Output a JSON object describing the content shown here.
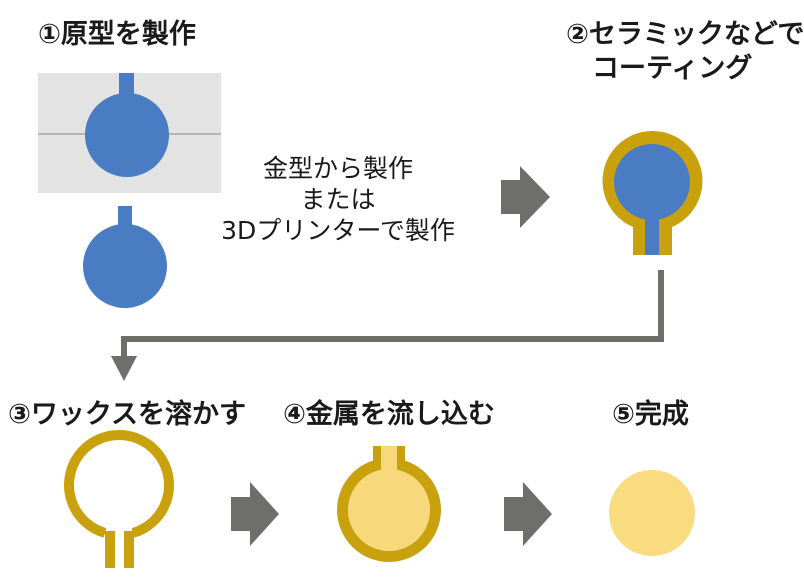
{
  "steps": [
    {
      "title": "①原型を製作"
    },
    {
      "title_lines": [
        "②セラミックなどで",
        "コーティング"
      ]
    },
    {
      "title": "③ワックスを溶かす"
    },
    {
      "title": "④金属を流し込む"
    },
    {
      "title": "⑤完成"
    }
  ],
  "note_lines": [
    "金型から製作",
    "または",
    "3Dプリンターで製作"
  ],
  "icons": {
    "wax-model": "keyhole-shape",
    "mold": "gray-split-mold",
    "coating-shell": "ring-shell",
    "arrow": "thick-right-arrow"
  },
  "colors": {
    "wax": "#4a7cc4",
    "coating": "#c9a10d",
    "metal": "#f7d97c",
    "finished": "#f9db80",
    "mold": "#e3e3e3",
    "arrow": "#6e6e6a",
    "text": "#1a1a1a"
  }
}
